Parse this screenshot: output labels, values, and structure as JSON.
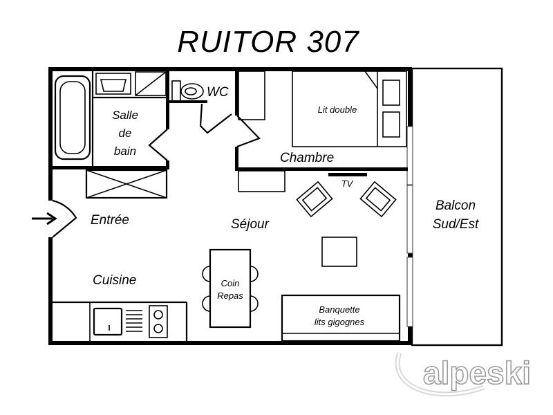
{
  "title": "RUITOR 307",
  "rooms": {
    "salle_de_bain": [
      "Salle",
      "de",
      "bain"
    ],
    "wc": "WC",
    "lit_double": "Lit double",
    "chambre": "Chambre",
    "tv": "TV",
    "entree": "Entrée",
    "sejour": "Séjour",
    "balcon": [
      "Balcon",
      "Sud/Est"
    ],
    "cuisine": "Cuisine",
    "coin_repas": [
      "Coin",
      "Repas"
    ],
    "banquette": [
      "Banquette",
      "lits gigognes"
    ]
  },
  "logo": {
    "text": "alpeski"
  },
  "colors": {
    "wall": "#000000",
    "logo": "#ffffff"
  }
}
